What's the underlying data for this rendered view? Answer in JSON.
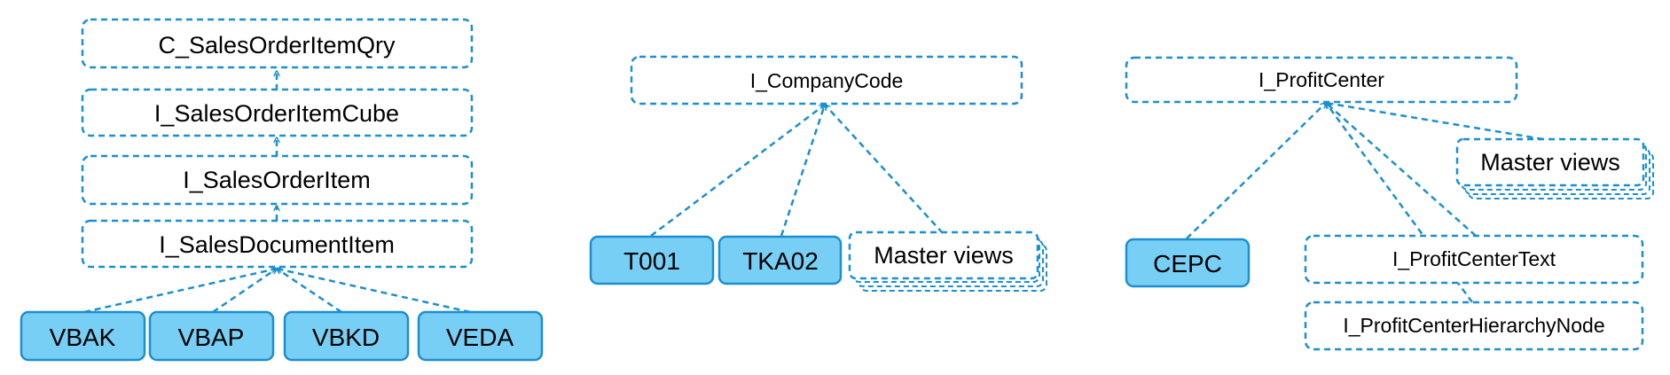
{
  "colors": {
    "stroke": "#1b8fcf",
    "table_fill": "#78cff5",
    "view_fill": "#ffffff",
    "text": "#000000"
  },
  "left": {
    "views": [
      {
        "id": "c-sales-order-item-qry",
        "label": "C_SalesOrderItemQry"
      },
      {
        "id": "i-sales-order-item-cube",
        "label": "I_SalesOrderItemCube"
      },
      {
        "id": "i-sales-order-item",
        "label": "I_SalesOrderItem"
      },
      {
        "id": "i-sales-document-item",
        "label": "I_SalesDocumentItem"
      }
    ],
    "tables": [
      {
        "id": "vbak",
        "label": "VBAK"
      },
      {
        "id": "vbap",
        "label": "VBAP"
      },
      {
        "id": "vbkd",
        "label": "VBKD"
      },
      {
        "id": "veda",
        "label": "VEDA"
      }
    ]
  },
  "middle": {
    "target": {
      "id": "i-company-code",
      "label": "I_CompanyCode"
    },
    "tables": [
      {
        "id": "t001",
        "label": "T001"
      },
      {
        "id": "tka02",
        "label": "TKA02"
      }
    ],
    "stack": {
      "id": "master-views-middle",
      "label": "Master views"
    }
  },
  "right": {
    "target": {
      "id": "i-profit-center",
      "label": "I_ProfitCenter"
    },
    "tables": [
      {
        "id": "cepc",
        "label": "CEPC"
      }
    ],
    "stack": {
      "id": "master-views-right",
      "label": "Master views"
    },
    "views": [
      {
        "id": "i-profit-center-text",
        "label": "I_ProfitCenterText"
      },
      {
        "id": "i-profit-center-hierarchy-node",
        "label": "I_ProfitCenterHierarchyNode"
      }
    ]
  }
}
